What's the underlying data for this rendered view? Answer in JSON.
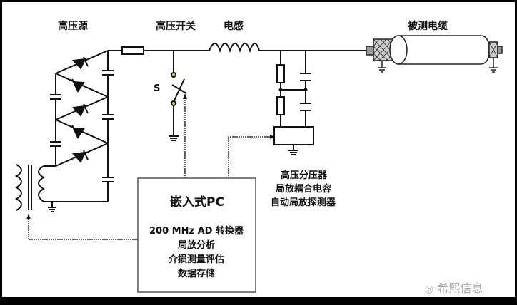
{
  "labels": {
    "hv_source": "高压源",
    "hv_switch": "高压开关",
    "inductor": "电感",
    "cable_under_test": "被测电缆",
    "switch_s": "S",
    "divider_lines": [
      "高压分压器",
      "局放耦合电容",
      "自动局放探测器"
    ]
  },
  "pc_box": {
    "title": "嵌入式PC",
    "lines": [
      "200 MHz AD 转换器",
      "局放分析",
      "介损测量评估",
      "数据存储"
    ]
  },
  "watermark": {
    "icon": "wechat-icon",
    "text": "希熙信息"
  }
}
